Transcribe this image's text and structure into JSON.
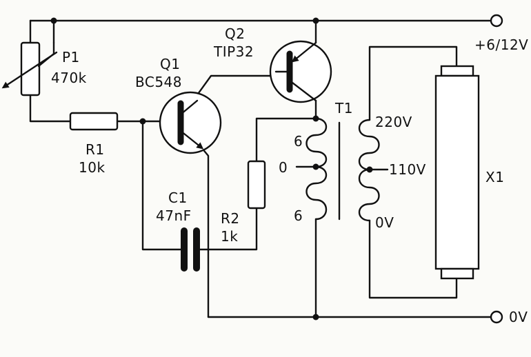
{
  "supply": {
    "positive_label": "+6/12V",
    "ground_label": "0V"
  },
  "components": {
    "p1": {
      "ref": "P1",
      "value": "470k"
    },
    "r1": {
      "ref": "R1",
      "value": "10k"
    },
    "q1": {
      "ref": "Q1",
      "part": "BC548"
    },
    "q2": {
      "ref": "Q2",
      "part": "TIP32"
    },
    "c1": {
      "ref": "C1",
      "value": "47nF"
    },
    "r2": {
      "ref": "R2",
      "value": "1k"
    },
    "t1": {
      "ref": "T1",
      "primary_top": "6",
      "primary_center": "0",
      "primary_bottom": "6",
      "secondary_top": "220V",
      "secondary_center": "110V",
      "secondary_bottom": "0V"
    },
    "x1": {
      "ref": "X1"
    }
  }
}
